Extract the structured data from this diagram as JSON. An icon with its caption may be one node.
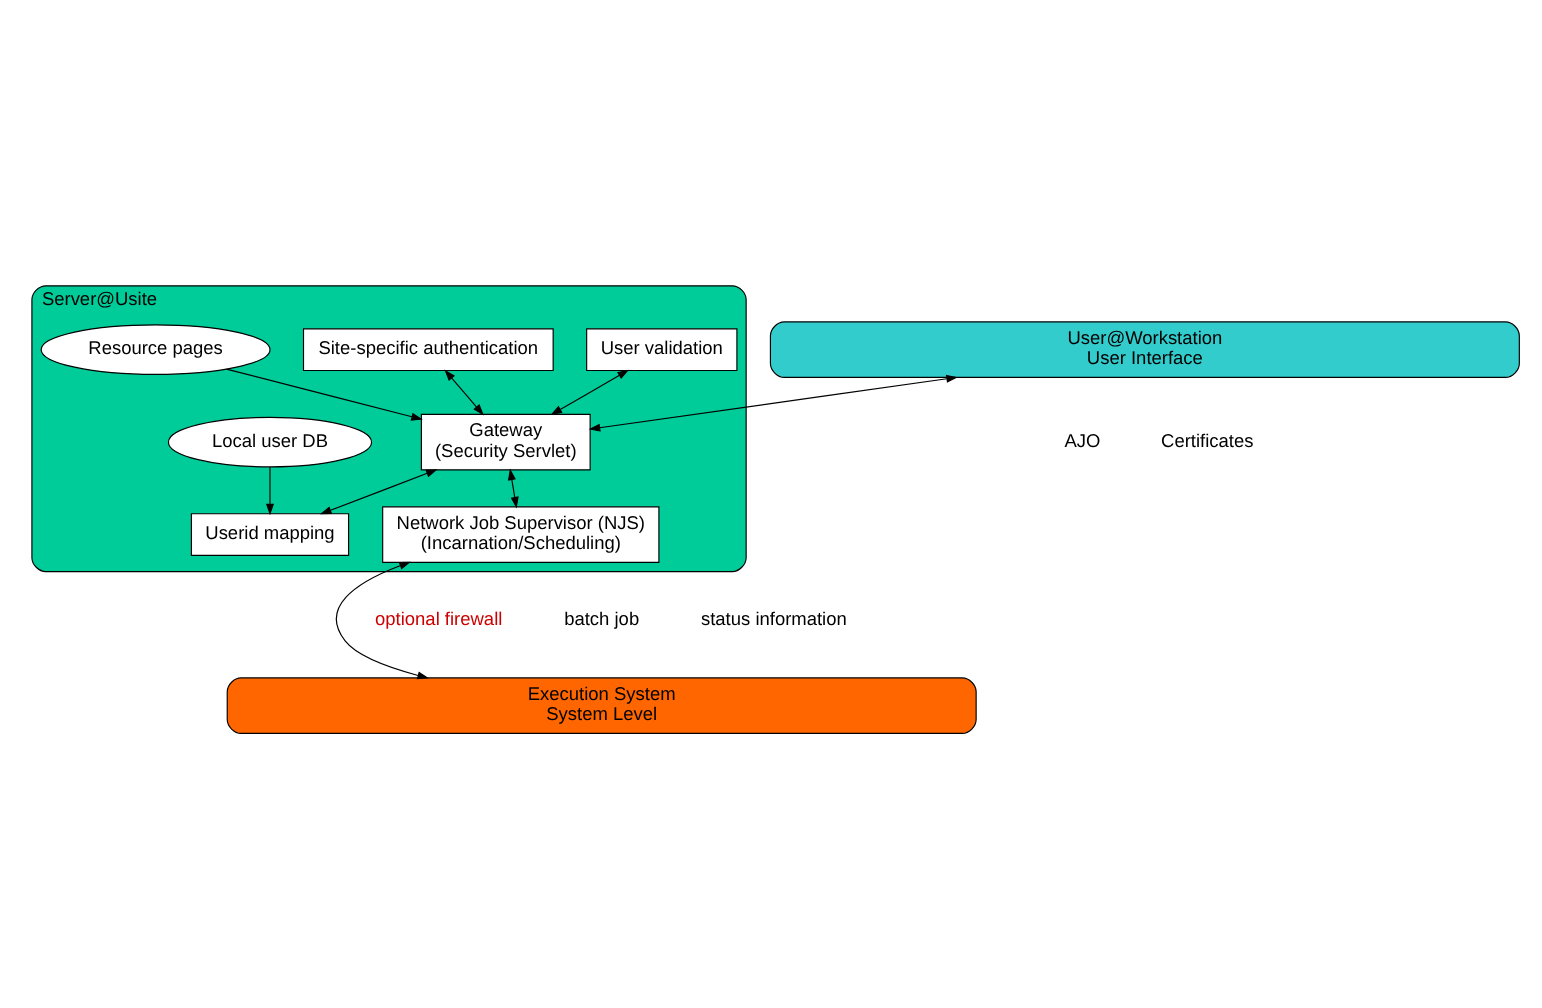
{
  "diagram": {
    "nodes": [
      {
        "text": [
          "User@Workstation",
          "User Interface"
        ]
      },
      {
        "text": [
          "Server@Usite"
        ]
      },
      {
        "text": [
          "Gateway",
          "(Security Servlet)"
        ],
        "in": 1
      },
      {
        "text": [
          "User validation"
        ],
        "in": 1
      },
      {
        "text": [
          "Site-specific authentication"
        ],
        "in": 1
      },
      {
        "text": [
          "Resource pages"
        ],
        "in": 1
      },
      {
        "text": [
          "Userid mapping"
        ],
        "in": 1
      },
      {
        "text": [
          "Local user DB"
        ],
        "in": 1
      },
      {
        "text": [
          "Network Job Supervisor (NJS)",
          "(Incarnation/Scheduling)"
        ],
        "in": 1
      },
      {
        "text": [
          "Execution System",
          "System Level"
        ]
      }
    ],
    "edges": [
      {
        "from": 0,
        "to": 2,
        "arrow": "both"
      },
      {
        "from": 3,
        "to": 2,
        "arrow": "both"
      },
      {
        "from": 4,
        "to": 2,
        "arrow": "both"
      },
      {
        "from": 5,
        "to": 2,
        "arrow": "to"
      },
      {
        "from": 2,
        "to": 6,
        "arrow": "both"
      },
      {
        "from": 7,
        "to": 6,
        "arrow": "to"
      },
      {
        "from": 2,
        "to": 8,
        "arrow": "both"
      },
      {
        "from": 8,
        "to": 9,
        "arrow": "both"
      }
    ],
    "labels": [
      "AJO",
      "Certificates",
      "optional firewall",
      "batch job",
      "status information"
    ]
  }
}
